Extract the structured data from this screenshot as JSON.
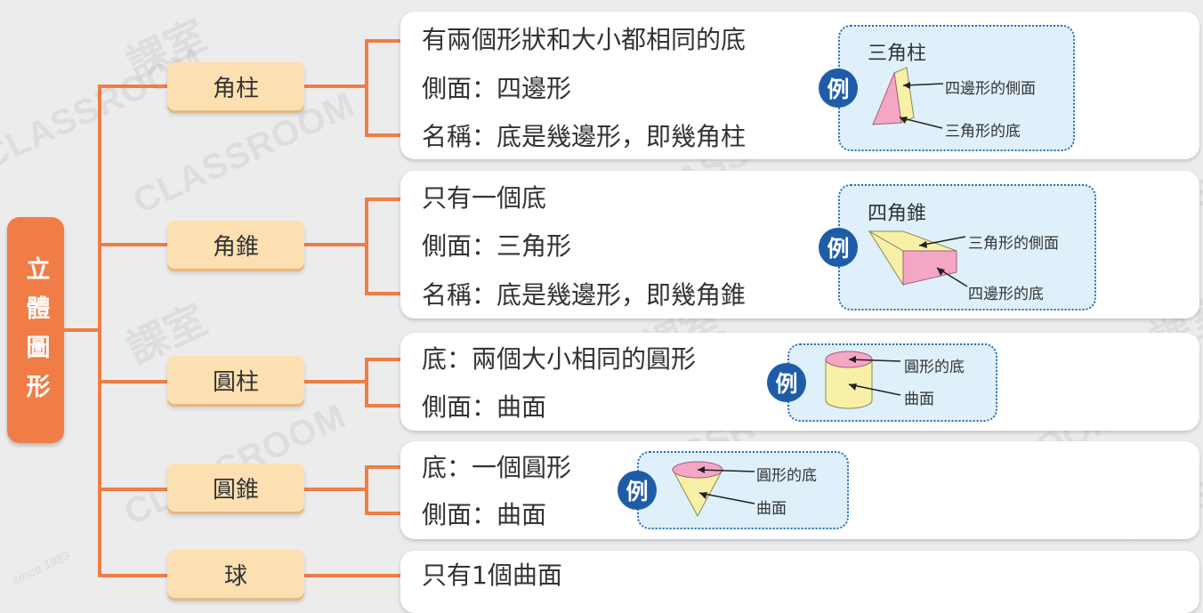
{
  "root": {
    "label": "立體圖形"
  },
  "watermark": {
    "brand": "CLASSROOM",
    "cn": "課室",
    "since": "since 1983"
  },
  "example_badge": "例",
  "branches": [
    {
      "name": "角柱",
      "attributes": [
        "有兩個形狀和大小都相同的底",
        "側面：四邊形",
        "名稱：底是幾邊形，即幾角柱"
      ],
      "example": {
        "title": "三角柱",
        "labels": [
          "四邊形的側面",
          "三角形的底"
        ]
      }
    },
    {
      "name": "角錐",
      "attributes": [
        "只有一個底",
        "側面：三角形",
        "名稱：底是幾邊形，即幾角錐"
      ],
      "example": {
        "title": "四角錐",
        "labels": [
          "三角形的側面",
          "四邊形的底"
        ]
      }
    },
    {
      "name": "圓柱",
      "attributes": [
        "底：兩個大小相同的圓形",
        "側面：曲面"
      ],
      "example": {
        "labels": [
          "圓形的底",
          "曲面"
        ]
      }
    },
    {
      "name": "圓錐",
      "attributes": [
        "底：一個圓形",
        "側面：曲面"
      ],
      "example": {
        "labels": [
          "圓形的底",
          "曲面"
        ]
      }
    },
    {
      "name": "球",
      "attributes": [
        "只有1個曲面"
      ]
    }
  ],
  "colors": {
    "accent": "#ef7d45",
    "node_fill": "#fce0b2",
    "example_fill": "#dff0fa",
    "example_border": "#2a6fb6",
    "badge": "#1f5ca8"
  }
}
